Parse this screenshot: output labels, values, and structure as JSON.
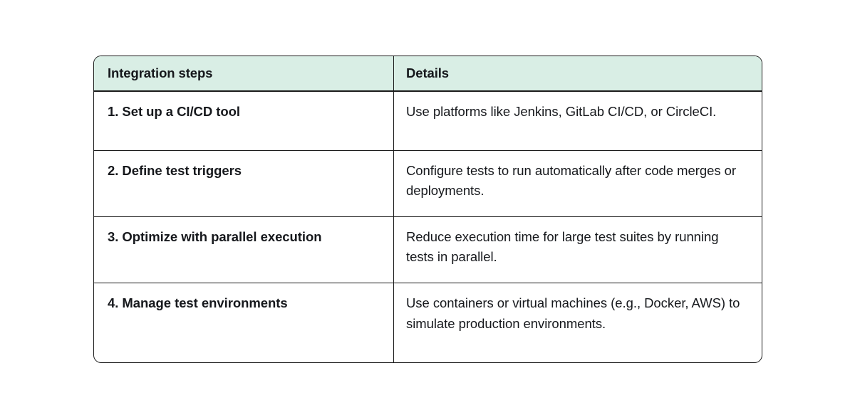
{
  "table": {
    "headers": [
      {
        "label": "Integration steps"
      },
      {
        "label": "Details"
      }
    ],
    "rows": [
      {
        "step": "1. Set up a CI/CD tool",
        "details": "Use platforms like Jenkins, GitLab CI/CD, or CircleCI."
      },
      {
        "step": "2. Define test triggers",
        "details": "Configure tests to run automatically after code merges or deployments."
      },
      {
        "step": "3. Optimize with parallel execution",
        "details": "Reduce execution time for large test suites by running tests in parallel."
      },
      {
        "step": "4. Manage test environments",
        "details": "Use containers or virtual machines (e.g., Docker, AWS) to simulate production environments."
      }
    ]
  },
  "colors": {
    "header_background": "#d9eee5",
    "border": "#1a1a1a",
    "text": "#16181c",
    "page_background": "#ffffff"
  }
}
